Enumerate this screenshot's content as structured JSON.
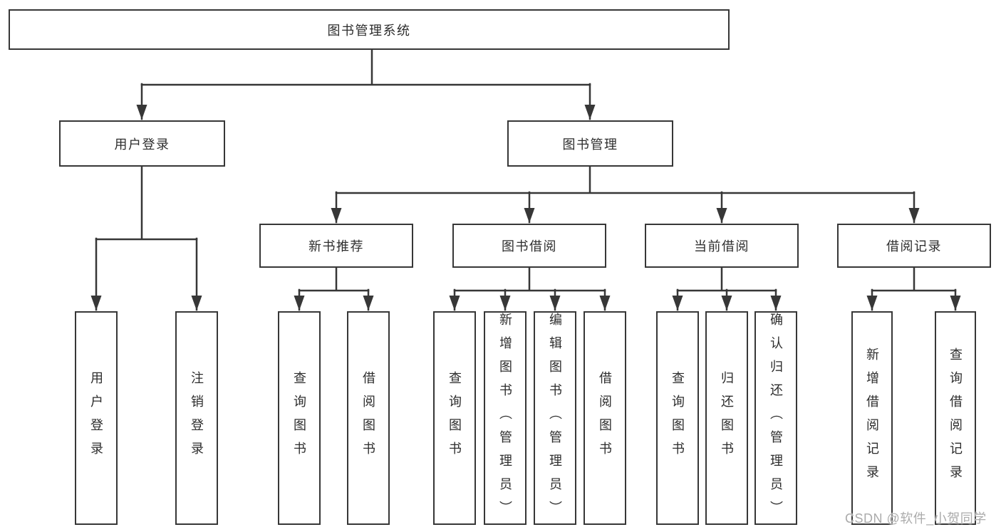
{
  "nodes": {
    "root": "图书管理系统",
    "level2": [
      "用户登录",
      "图书管理"
    ],
    "level3": [
      "新书推荐",
      "图书借阅",
      "当前借阅",
      "借阅记录"
    ],
    "leaves_user_login": [
      "用户登录",
      "注销登录"
    ],
    "leaves_new_book": [
      "查询图书",
      "借阅图书"
    ],
    "leaves_book_borrow": [
      "查询图书",
      "新增图书（管理员）",
      "编辑图书（管理员）",
      "借阅图书"
    ],
    "leaves_current_borrow": [
      "查询图书",
      "归还图书",
      "确认归还（管理员）"
    ],
    "leaves_borrow_record": [
      "新增借阅记录",
      "查询借阅记录"
    ]
  },
  "watermark": {
    "text": "CSDN @软件_小贺同学"
  },
  "colors": {
    "line": "#373737",
    "box_background": "#ffffff",
    "page_background": "#ffffff",
    "watermark": "#ababab"
  }
}
